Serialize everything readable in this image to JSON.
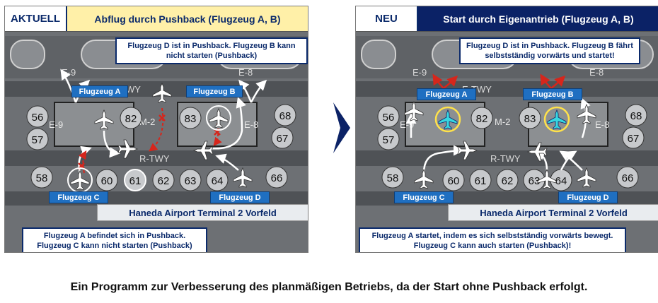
{
  "left_panel": {
    "tag": "AKTUELL",
    "title": "Abflug durch Pushback (Flugzeug A, B)",
    "callout_top": "Flugzeug D ist in Pushback. Flugzeug B kann nicht starten (Pushback)",
    "callout_bottom": "Flugzeug A befindet sich in Pushback. Flugzeug C kann nicht starten (Pushback)",
    "footer": "Haneda Airport Terminal 2 Vorfeld"
  },
  "right_panel": {
    "tag": "NEU",
    "title": "Start durch Eigenantrieb (Flugzeug A, B)",
    "callout_top": "Flugzeug D ist in Pushback. Flugzeug B fährt selbstständig vorwärts und startet!",
    "callout_bottom": "Flugzeug A startet, indem es sich selbstständig vorwärts bewegt. Flugzeug C kann auch starten (Pushback)!",
    "footer": "Haneda Airport Terminal 2 Vorfeld"
  },
  "aircraft_labels": {
    "a": "Flugzeug A",
    "b": "Flugzeug B",
    "c": "Flugzeug C",
    "d": "Flugzeug D"
  },
  "map_text": {
    "taxiway_e": "E-TWY",
    "taxiway_r": "R-TWY",
    "lane_e9": "E-9",
    "lane_m2": "M-2",
    "lane_e8": "E-8",
    "spots_top": [
      "56",
      "57",
      "82",
      "83",
      "68",
      "67"
    ],
    "spots_bottom": [
      "58",
      "60",
      "61",
      "62",
      "63",
      "64",
      "66"
    ]
  },
  "caption": "Ein Programm zur Verbesserung des planmäßigen Betriebs, da der Start ohne Pushback erfolgt.",
  "colors": {
    "navy": "#0b2266",
    "label_blue": "#1f6fc1",
    "pushback_red": "#d6261c",
    "self_taxi_cyan": "#38d6e0",
    "highlight_yellow": "#ffe24a",
    "header_yellow": "#fff0a8"
  }
}
